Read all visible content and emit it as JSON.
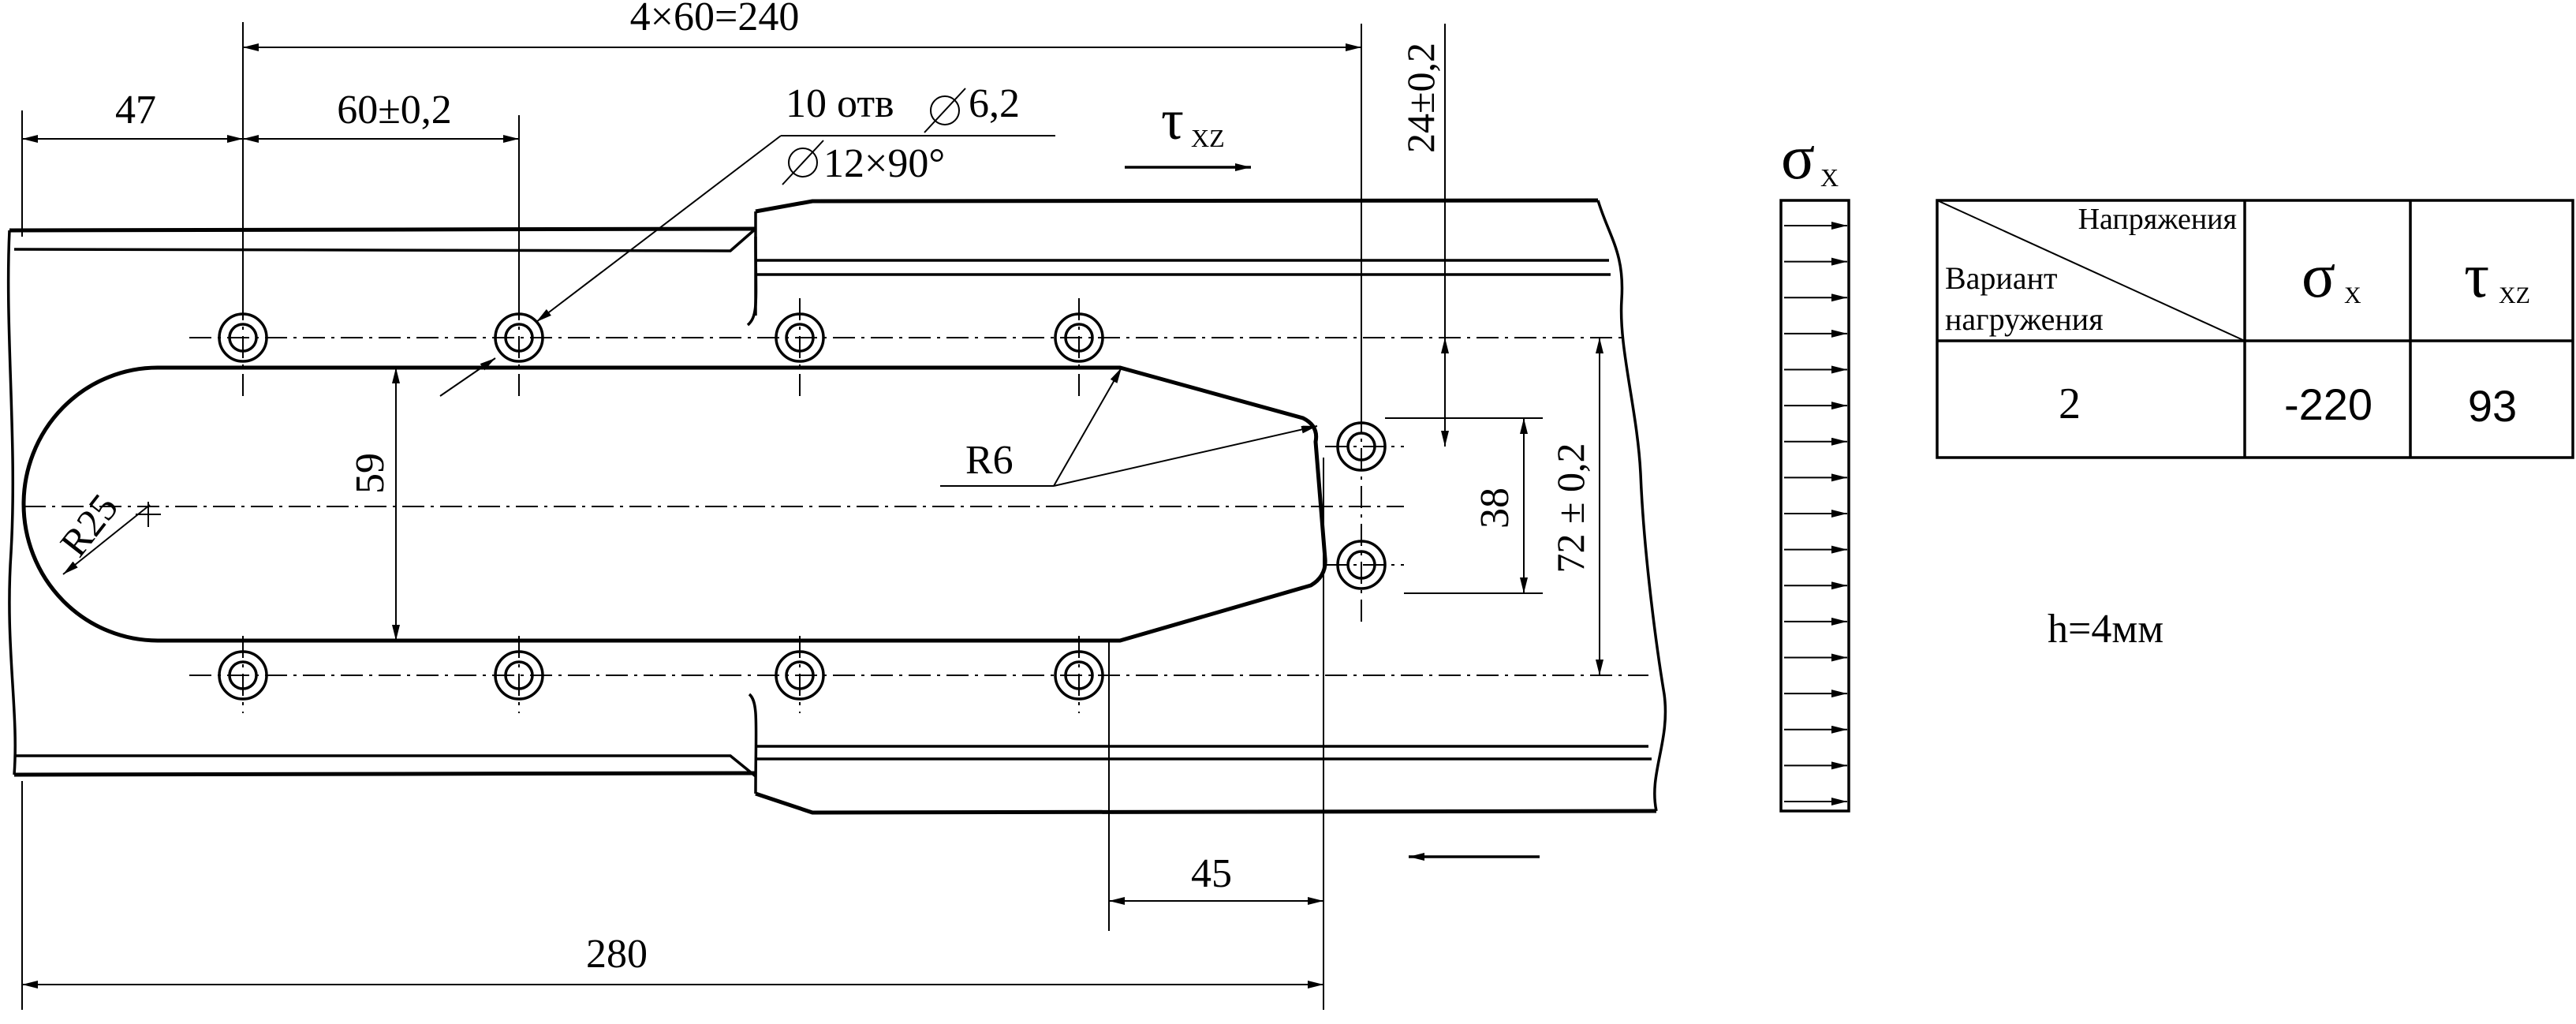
{
  "dimensions": {
    "pitch_total": "4×60=240",
    "left_offset": "47",
    "pitch_tol": "60±0,2",
    "holes_note_1": "10 отв",
    "holes_note_dia": "6,2",
    "holes_note_2": "12×90°",
    "top_right": "24±0,2",
    "slot_height": "59",
    "fillet": "R6",
    "radius": "R25",
    "inner_pair": "38",
    "outer_pair": "72 ± 0,2",
    "taper_len": "45",
    "overall_len": "280"
  },
  "loads": {
    "shear_symbol": "τ",
    "shear_sub": "XZ",
    "sigma_symbol": "σ",
    "sigma_sub": "X"
  },
  "table": {
    "header_stress": "Напряжения",
    "header_variant_1": "Вариант",
    "header_variant_2": "нагружения",
    "col_sigma": "σ",
    "col_sigma_sub": "X",
    "col_tau": "τ",
    "col_tau_sub": "XZ",
    "variant": "2",
    "sigma_value": "-220",
    "tau_value": "93"
  },
  "thickness_note": "h=4мм"
}
